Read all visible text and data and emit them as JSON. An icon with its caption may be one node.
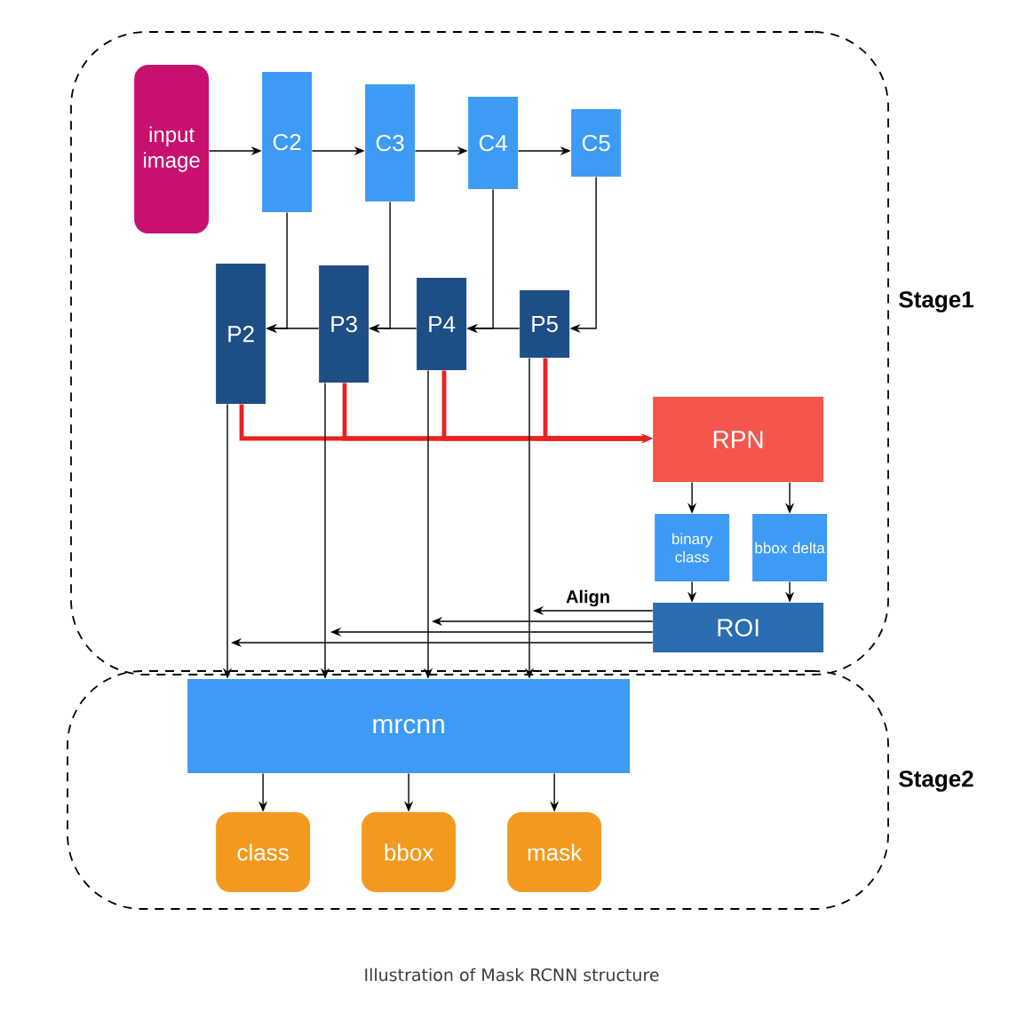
{
  "diagram": {
    "caption": "Illustration of Mask RCNN structure",
    "nodes": [
      {
        "text": [
          "Stage1"
        ]
      },
      {
        "text": [
          "Stage2"
        ]
      },
      {
        "text": [
          "input image"
        ],
        "in": 0
      },
      {
        "text": [
          "C2"
        ],
        "in": 0
      },
      {
        "text": [
          "C3"
        ],
        "in": 0
      },
      {
        "text": [
          "C4"
        ],
        "in": 0
      },
      {
        "text": [
          "C5"
        ],
        "in": 0
      },
      {
        "text": [
          "P2"
        ],
        "in": 0
      },
      {
        "text": [
          "P3"
        ],
        "in": 0
      },
      {
        "text": [
          "P4"
        ],
        "in": 0
      },
      {
        "text": [
          "P5"
        ],
        "in": 0
      },
      {
        "text": [
          "RPN"
        ],
        "in": 0
      },
      {
        "text": [
          "binary class"
        ],
        "in": 0
      },
      {
        "text": [
          "bbox delta"
        ],
        "in": 0
      },
      {
        "text": [
          "ROI"
        ],
        "in": 0
      },
      {
        "text": [
          "mrcnn"
        ],
        "in": 1
      },
      {
        "text": [
          "class"
        ],
        "in": 1
      },
      {
        "text": [
          "bbox"
        ],
        "in": 1
      },
      {
        "text": [
          "mask"
        ],
        "in": 1
      }
    ],
    "edges": [
      {
        "from": 2,
        "to": 3,
        "arrow": "to"
      },
      {
        "from": 3,
        "to": 4,
        "arrow": "to"
      },
      {
        "from": 4,
        "to": 5,
        "arrow": "to"
      },
      {
        "from": 5,
        "to": 6,
        "arrow": "to"
      },
      {
        "from": 6,
        "to": 10,
        "arrow": "to"
      },
      {
        "from": 10,
        "to": 9,
        "arrow": "to"
      },
      {
        "from": 5,
        "to": 9,
        "arrow": "to"
      },
      {
        "from": 9,
        "to": 8,
        "arrow": "to"
      },
      {
        "from": 4,
        "to": 8,
        "arrow": "to"
      },
      {
        "from": 8,
        "to": 7,
        "arrow": "to"
      },
      {
        "from": 3,
        "to": 7,
        "arrow": "to"
      },
      {
        "from": 7,
        "to": 11,
        "arrow": "to",
        "style": "thick",
        "color": "#e8231f"
      },
      {
        "from": 8,
        "to": 11,
        "arrow": "to",
        "style": "thick",
        "color": "#e8231f"
      },
      {
        "from": 9,
        "to": 11,
        "arrow": "to",
        "style": "thick",
        "color": "#e8231f"
      },
      {
        "from": 10,
        "to": 11,
        "arrow": "to",
        "style": "thick",
        "color": "#e8231f"
      },
      {
        "from": 11,
        "to": 12,
        "arrow": "to"
      },
      {
        "from": 11,
        "to": 13,
        "arrow": "to"
      },
      {
        "from": 12,
        "to": 14,
        "arrow": "to"
      },
      {
        "from": 13,
        "to": 14,
        "arrow": "to"
      },
      {
        "from": 14,
        "to": null,
        "arrow": "to",
        "label": "Align"
      },
      {
        "from": 14,
        "to": null,
        "arrow": "to"
      },
      {
        "from": 14,
        "to": null,
        "arrow": "to"
      },
      {
        "from": 14,
        "to": null,
        "arrow": "to"
      },
      {
        "from": 7,
        "to": 15,
        "arrow": "to"
      },
      {
        "from": 8,
        "to": 15,
        "arrow": "to"
      },
      {
        "from": 9,
        "to": 15,
        "arrow": "to"
      },
      {
        "from": 10,
        "to": 15,
        "arrow": "to"
      },
      {
        "from": 15,
        "to": 16,
        "arrow": "to"
      },
      {
        "from": 15,
        "to": 17,
        "arrow": "to"
      },
      {
        "from": 15,
        "to": 18,
        "arrow": "to"
      }
    ]
  }
}
